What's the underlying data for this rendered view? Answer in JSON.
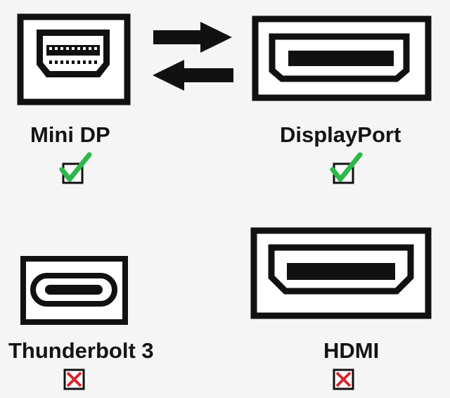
{
  "connectors": [
    {
      "id": "mini-dp",
      "label": "Mini DP",
      "supported": true
    },
    {
      "id": "displayport",
      "label": "DisplayPort",
      "supported": true
    },
    {
      "id": "thunderbolt-3",
      "label": "Thunderbolt 3",
      "supported": false
    },
    {
      "id": "hdmi",
      "label": "HDMI",
      "supported": false
    }
  ],
  "colors": {
    "background": "#f5f5f5",
    "outline": "#111111",
    "check": "#2db84a",
    "cross": "#d8242e"
  },
  "icons": {
    "conversion": "bidirectional-arrows-icon",
    "supported": "checkmark-checkbox-icon",
    "unsupported": "cross-checkbox-icon"
  }
}
